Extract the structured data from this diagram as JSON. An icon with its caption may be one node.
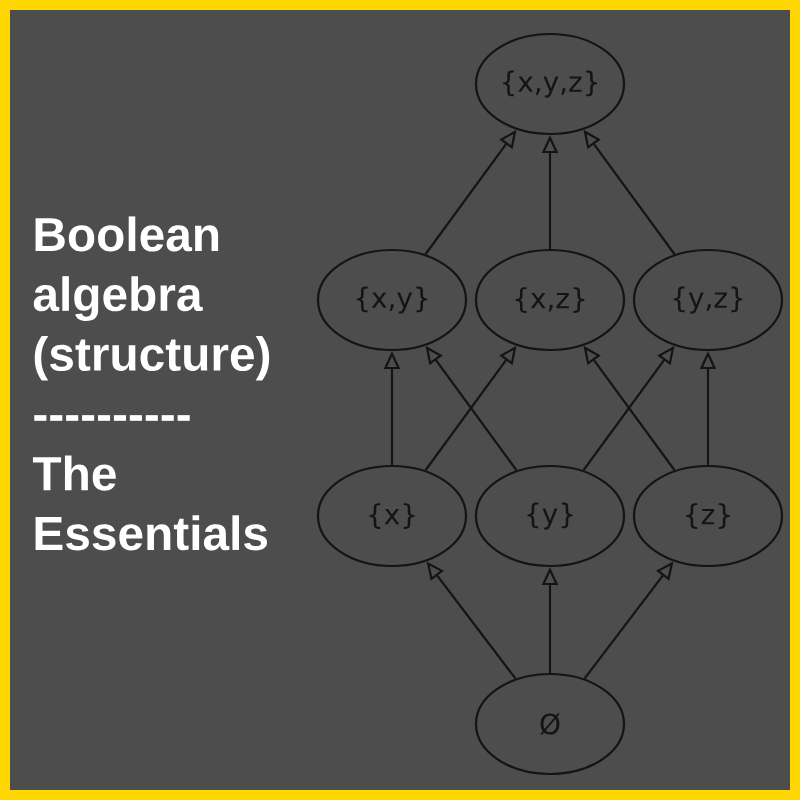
{
  "diagram": {
    "title": "Boolean algebra (structure) ---------- The Essentials",
    "nodes": [
      {
        "text": [
          "{x,y,z}"
        ]
      },
      {
        "text": [
          "{x,y}"
        ]
      },
      {
        "text": [
          "{x,z}"
        ]
      },
      {
        "text": [
          "{y,z}"
        ]
      },
      {
        "text": [
          "{x}"
        ]
      },
      {
        "text": [
          "{y}"
        ]
      },
      {
        "text": [
          "{z}"
        ]
      },
      {
        "text": [
          "Ø"
        ]
      }
    ],
    "edges": [
      {
        "from": 1,
        "to": 0,
        "arrow": "to"
      },
      {
        "from": 2,
        "to": 0,
        "arrow": "to"
      },
      {
        "from": 3,
        "to": 0,
        "arrow": "to"
      },
      {
        "from": 4,
        "to": 1,
        "arrow": "to"
      },
      {
        "from": 4,
        "to": 2,
        "arrow": "to"
      },
      {
        "from": 5,
        "to": 1,
        "arrow": "to"
      },
      {
        "from": 5,
        "to": 3,
        "arrow": "to"
      },
      {
        "from": 6,
        "to": 2,
        "arrow": "to"
      },
      {
        "from": 6,
        "to": 3,
        "arrow": "to"
      },
      {
        "from": 7,
        "to": 4,
        "arrow": "to"
      },
      {
        "from": 7,
        "to": 5,
        "arrow": "to"
      },
      {
        "from": 7,
        "to": 6,
        "arrow": "to"
      }
    ]
  }
}
